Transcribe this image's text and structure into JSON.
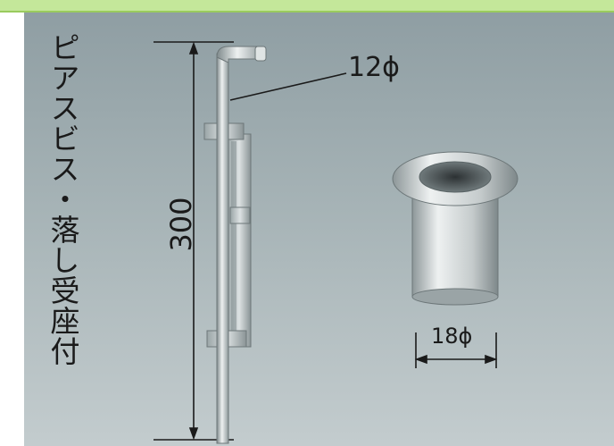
{
  "product": {
    "caption": "ピアスビス・落し受座付",
    "dimensions": {
      "rod_diameter": "12ϕ",
      "length": "300",
      "socket_diameter": "18ϕ"
    }
  },
  "colors": {
    "top_band": "#c4e79a",
    "panel_top": "#8f9ea3",
    "panel_bottom": "#c3ccce",
    "metal": "#cfd5d6"
  },
  "icons": [
    "drop-bolt-icon",
    "floor-socket-icon"
  ]
}
